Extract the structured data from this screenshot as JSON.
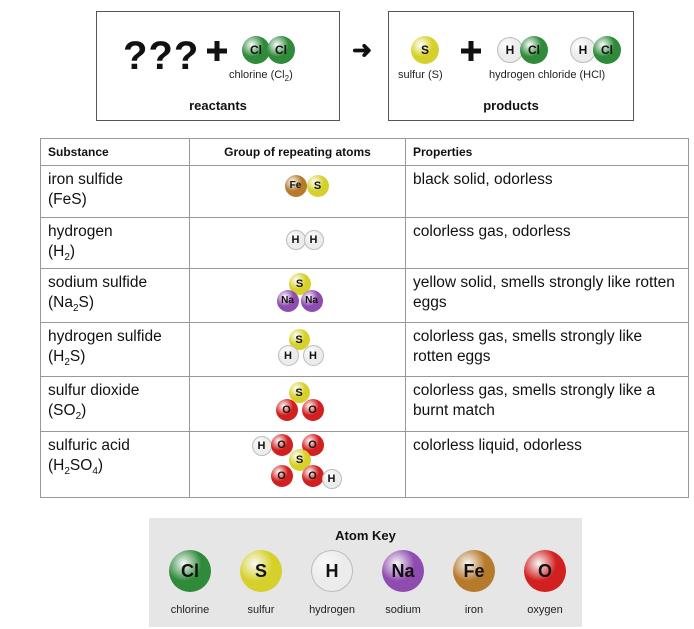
{
  "colors": {
    "chlorine": "#2f8a3a",
    "sulfur": "#d6d12a",
    "hydrogen": "#ececec",
    "sodium": "#8e4bb0",
    "iron": "#b57a2c",
    "oxygen": "#d21f1f"
  },
  "equation": {
    "reactants_unknown": "???",
    "chlorine_caption_main": "chlorine (Cl",
    "chlorine_caption_sub": "2",
    "chlorine_caption_end": ")",
    "reactants_label": "reactants",
    "sulfur_caption": "sulfur (S)",
    "hcl_caption": "hydrogen chloride (HCl)",
    "products_label": "products",
    "atoms": {
      "cl": "Cl",
      "s": "S",
      "h": "H"
    }
  },
  "table": {
    "headers": [
      "Substance",
      "Group of repeating atoms",
      "Properties"
    ],
    "rows": [
      {
        "name": "iron sulfide",
        "formula": [
          [
            "(FeS)",
            false
          ]
        ],
        "properties": "black solid, odorless"
      },
      {
        "name": "hydrogen",
        "formula": [
          [
            "(H",
            false
          ],
          [
            "2",
            true
          ],
          [
            ")",
            false
          ]
        ],
        "properties": "colorless gas, odorless"
      },
      {
        "name": "sodium sulfide",
        "formula": [
          [
            "(Na",
            false
          ],
          [
            "2",
            true
          ],
          [
            "S)",
            false
          ]
        ],
        "properties": "yellow solid, smells strongly like rotten eggs"
      },
      {
        "name": "hydrogen sulfide",
        "formula": [
          [
            "(H",
            false
          ],
          [
            "2",
            true
          ],
          [
            "S)",
            false
          ]
        ],
        "properties": "colorless gas, smells strongly like rotten eggs"
      },
      {
        "name": "sulfur dioxide",
        "formula": [
          [
            "(SO",
            false
          ],
          [
            "2",
            true
          ],
          [
            ")",
            false
          ]
        ],
        "properties": "colorless gas, smells strongly like a burnt match"
      },
      {
        "name": "sulfuric acid",
        "formula": [
          [
            "(H",
            false
          ],
          [
            "2",
            true
          ],
          [
            "SO",
            false
          ],
          [
            "4",
            true
          ],
          [
            ")",
            false
          ]
        ],
        "properties": "colorless liquid, odorless"
      }
    ],
    "molecules": [
      [
        [
          "Fe",
          "iron"
        ],
        [
          "S",
          "sulfur"
        ]
      ],
      [
        [
          "H",
          "hydrogen"
        ],
        [
          "H",
          "hydrogen"
        ]
      ],
      [
        [
          "S",
          "sulfur"
        ],
        [
          "Na",
          "sodium"
        ],
        [
          "Na",
          "sodium"
        ]
      ],
      [
        [
          "S",
          "sulfur"
        ],
        [
          "H",
          "hydrogen"
        ],
        [
          "H",
          "hydrogen"
        ]
      ],
      [
        [
          "S",
          "sulfur"
        ],
        [
          "O",
          "oxygen"
        ],
        [
          "O",
          "oxygen"
        ]
      ],
      [
        [
          "H",
          "hydrogen"
        ],
        [
          "O",
          "oxygen"
        ],
        [
          "O",
          "oxygen"
        ],
        [
          "S",
          "sulfur"
        ],
        [
          "O",
          "oxygen"
        ],
        [
          "O",
          "oxygen"
        ],
        [
          "H",
          "hydrogen"
        ]
      ]
    ]
  },
  "atom_key": {
    "title": "Atom Key",
    "items": [
      {
        "symbol": "Cl",
        "label": "chlorine",
        "element": "chlorine"
      },
      {
        "symbol": "S",
        "label": "sulfur",
        "element": "sulfur"
      },
      {
        "symbol": "H",
        "label": "hydrogen",
        "element": "hydrogen"
      },
      {
        "symbol": "Na",
        "label": "sodium",
        "element": "sodium"
      },
      {
        "symbol": "Fe",
        "label": "iron",
        "element": "iron"
      },
      {
        "symbol": "O",
        "label": "oxygen",
        "element": "oxygen"
      }
    ]
  }
}
